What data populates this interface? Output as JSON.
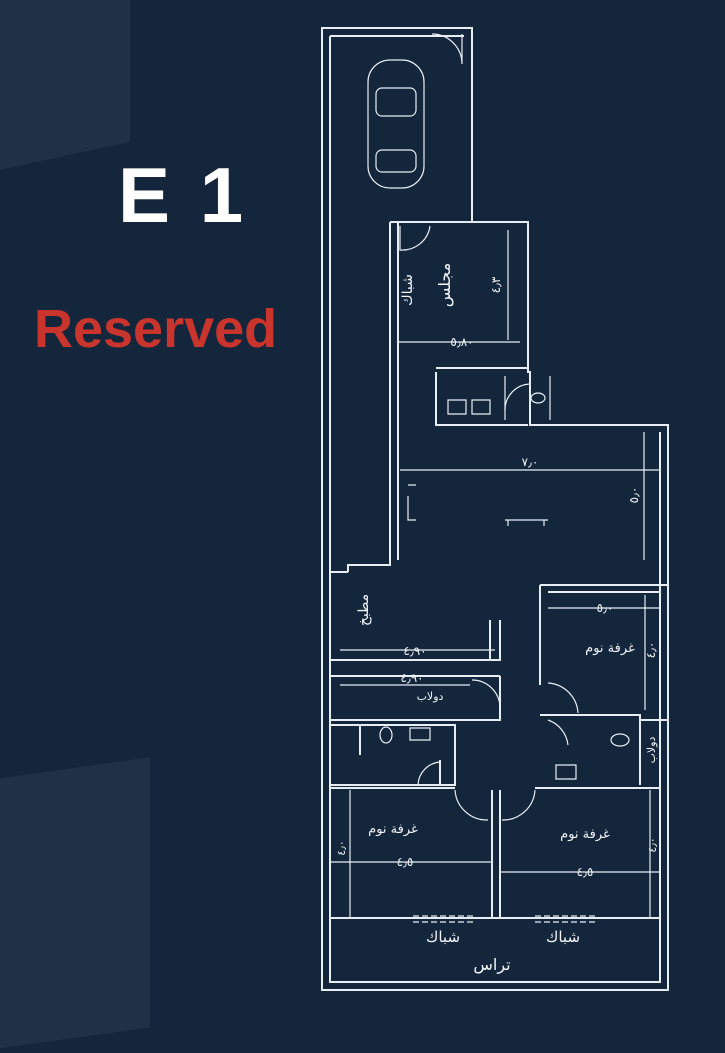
{
  "unit": {
    "name": "E 1",
    "status": "Reserved"
  },
  "colors": {
    "background": "#14263b",
    "status": "#c9342c",
    "lines": "#e8eef5"
  },
  "plan": {
    "rooms": {
      "majlis": "مجلس",
      "majlis_window": "شباك",
      "kitchen": "مطبخ",
      "bedroom_master": "غرفة نوم",
      "bedroom_left": "غرفة نوم",
      "bedroom_right": "غرفة نوم",
      "window_left": "شباك",
      "window_right": "شباك",
      "terrace": "تراس",
      "closet": "دولاب"
    },
    "dimensions": {
      "majlis_depth": "٤٫٣",
      "majlis_width": "٥٫٨٠",
      "living_width": "٧٫٠",
      "living_depth": "٥٫٠",
      "kitchen_width": "٤٫٩٠",
      "kitchen_width2": "٤٫٩٠",
      "master_width": "٥٫٠",
      "master_depth": "٤٫٠",
      "bedroom_left_width": "٤٫٥",
      "bedroom_right_width": "٤٫٥",
      "bedroom_left_depth": "٤٫٠",
      "bedroom_right_depth": "٤٫٠"
    }
  }
}
